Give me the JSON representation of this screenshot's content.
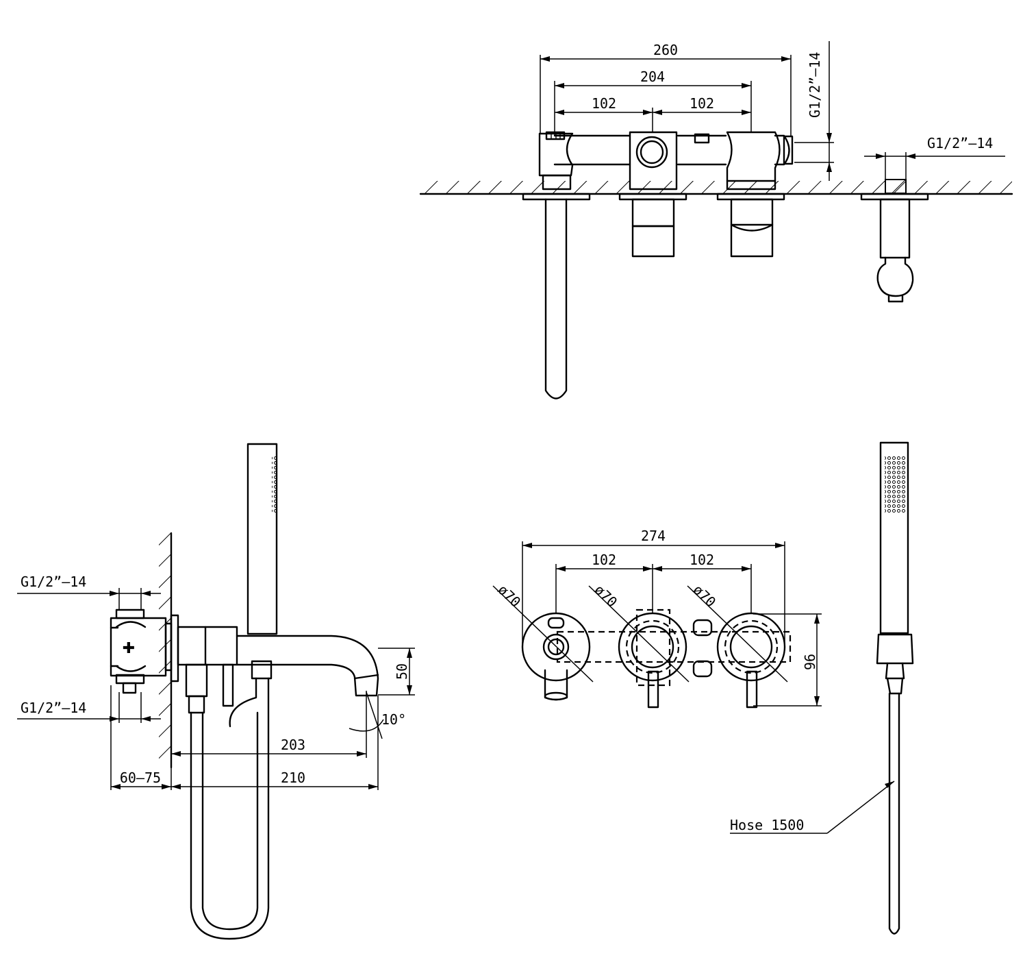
{
  "top_view": {
    "dim_total": "260",
    "dim_inner": "204",
    "dim_left_half": "102",
    "dim_right_half": "102",
    "thread_vertical": "G1/2”–14",
    "thread_handshower": "G1/2”–14"
  },
  "side_view": {
    "thread_upper": "G1/2”–14",
    "thread_lower": "G1/2”–14",
    "dim_spout_height": "50",
    "dim_spout_angle": "10°",
    "dim_reach_inner": "203",
    "dim_reach_outer": "210",
    "dim_wall_depth": "60–75"
  },
  "front_view": {
    "dim_total": "274",
    "dim_left_spacing": "102",
    "dim_right_spacing": "102",
    "dia_left": "ø70",
    "dia_mid": "ø70",
    "dia_right": "ø70",
    "dim_height": "96"
  },
  "handshower_view": {
    "hose_label": "Hose 1500"
  }
}
